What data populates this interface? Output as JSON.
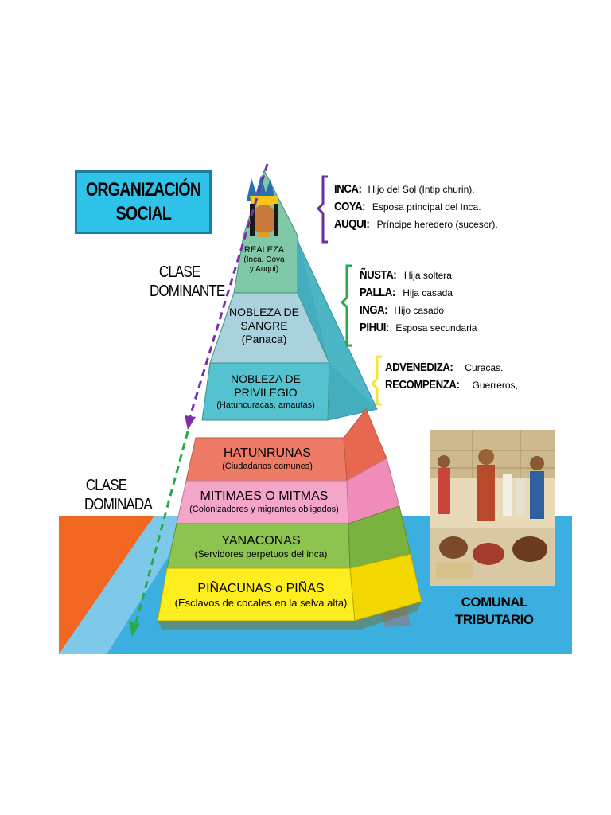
{
  "title": {
    "line1": "ORGANIZACIÓN",
    "line2": "SOCIAL"
  },
  "classes": {
    "dominant": {
      "line1": "CLASE",
      "line2": "DOMINANTE"
    },
    "dominated": {
      "line1": "CLASE",
      "line2": "DOMINADA"
    }
  },
  "upper_pyramid": [
    {
      "name_lines": [
        "REALEZA"
      ],
      "sub_lines": [
        "(Inca, Coya",
        "y Auqui)"
      ]
    },
    {
      "name_lines": [
        "NOBLEZA DE",
        "SANGRE",
        "(Panaca)"
      ],
      "sub_lines": []
    },
    {
      "name_lines": [
        "NOBLEZA DE",
        "PRIVILEGIO"
      ],
      "sub_lines": [
        "(Hatuncuracas, amautas)"
      ]
    }
  ],
  "lower_pyramid": [
    {
      "name": "HATUNRUNAS",
      "sub": "(Ciudadanos comunes)"
    },
    {
      "name": "MITIMAES O MITMAS",
      "sub": "(Colonizadores y migrantes obligados)"
    },
    {
      "name": "YANACONAS",
      "sub": "(Servidores perpetuos del inca)"
    },
    {
      "name": "PIÑACUNAS o PIÑAS",
      "sub": "(Esclavos de cocales en la selva alta)"
    }
  ],
  "definition_groups": [
    {
      "items": [
        {
          "term": "INCA:",
          "desc": "Hijo del Sol (Intip churin)."
        },
        {
          "term": "COYA:",
          "desc": "Esposa principal del Inca."
        },
        {
          "term": "AUQUI:",
          "desc": "Príncipe heredero (sucesor)."
        }
      ]
    },
    {
      "items": [
        {
          "term": "ÑUSTA:",
          "desc": "Hija soltera"
        },
        {
          "term": "PALLA:",
          "desc": "Hija casada"
        },
        {
          "term": "INGA:",
          "desc": "Hijo casado"
        },
        {
          "term": "PIHUI:",
          "desc": "Esposa secundaria"
        }
      ]
    },
    {
      "items": [
        {
          "term": "ADVENEDIZA:",
          "desc": "Curacas."
        },
        {
          "term": "RECOMPENZA:",
          "desc": "Guerreros,"
        }
      ]
    }
  ],
  "image_caption": {
    "line1": "COMUNAL",
    "line2": "TRIBUTARIO"
  },
  "colors": {
    "title_box": "#2fc3e9",
    "background_orange": "#f26722",
    "background_blue": "#3bb0e0",
    "upper_pyramid_teal": "#6cc5c9",
    "tier_hatunrunas": "#ee7b66",
    "tier_mitimaes": "#f4a6c8",
    "tier_yanaconas": "#8dc44f",
    "tier_pinacunas": "#ffee1f",
    "bracket_purple": "#6b2fa0",
    "bracket_green": "#2aa84a",
    "bracket_yellow": "#f4e43b",
    "arrow_purple": "#7a2fa6",
    "arrow_green": "#2aa84a"
  }
}
